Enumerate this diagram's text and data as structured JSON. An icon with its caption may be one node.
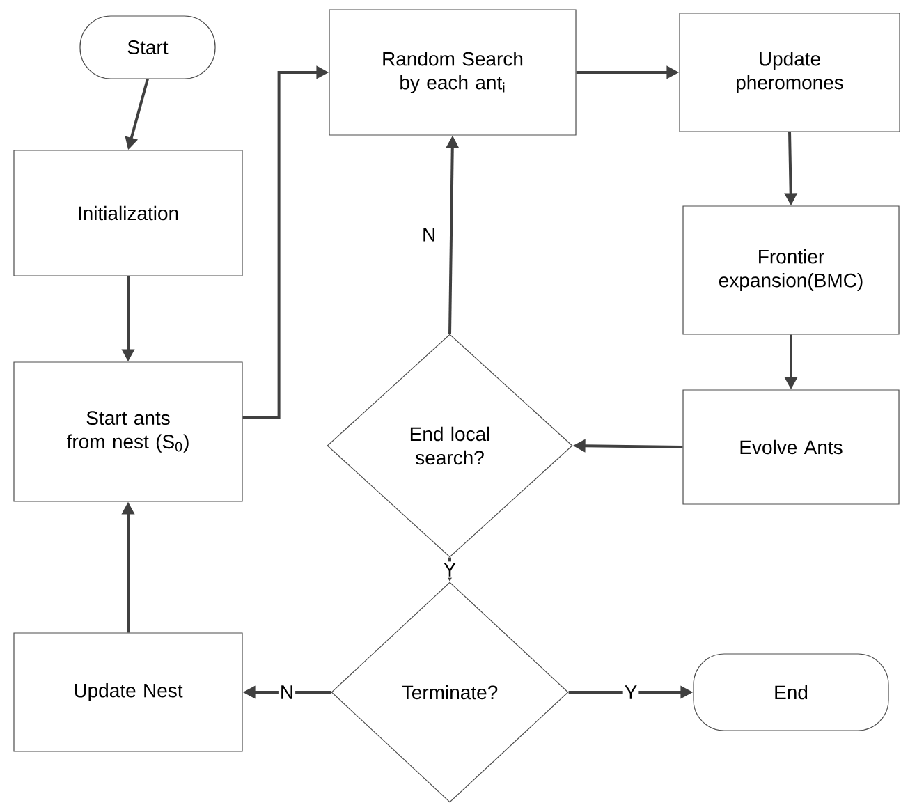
{
  "diagram": {
    "nodes": [
      {
        "text": [
          "Start"
        ]
      },
      {
        "text": [
          "Initialization"
        ]
      },
      {
        "text": [
          "Start ants from nest (S$_{0}$)"
        ]
      },
      {
        "text": [
          "Random Search by each ant$_{i}$"
        ]
      },
      {
        "text": [
          "Update pheromones"
        ]
      },
      {
        "text": [
          "Frontier expansion(BMC)"
        ]
      },
      {
        "text": [
          "Evolve Ants"
        ]
      },
      {
        "text": [
          "End local search?"
        ]
      },
      {
        "text": [
          "Terminate?"
        ]
      },
      {
        "text": [
          "Update Nest"
        ]
      },
      {
        "text": [
          "End"
        ]
      }
    ],
    "edges": [
      {
        "from": 0,
        "to": 1,
        "arrow": "to"
      },
      {
        "from": 1,
        "to": 2,
        "arrow": "to"
      },
      {
        "from": 2,
        "to": 3,
        "arrow": "to"
      },
      {
        "from": 3,
        "to": 4,
        "arrow": "to"
      },
      {
        "from": 4,
        "to": 5,
        "arrow": "to"
      },
      {
        "from": 5,
        "to": 6,
        "arrow": "to"
      },
      {
        "from": 6,
        "to": 7,
        "arrow": "to"
      },
      {
        "from": 7,
        "to": 3,
        "arrow": "to",
        "label": "N"
      },
      {
        "from": 7,
        "to": 8,
        "arrow": "to",
        "label": "Y"
      },
      {
        "from": 8,
        "to": 9,
        "arrow": "to",
        "label": "N"
      },
      {
        "from": 8,
        "to": 10,
        "arrow": "to",
        "label": "Y"
      },
      {
        "from": 9,
        "to": 2,
        "arrow": "to"
      }
    ]
  }
}
